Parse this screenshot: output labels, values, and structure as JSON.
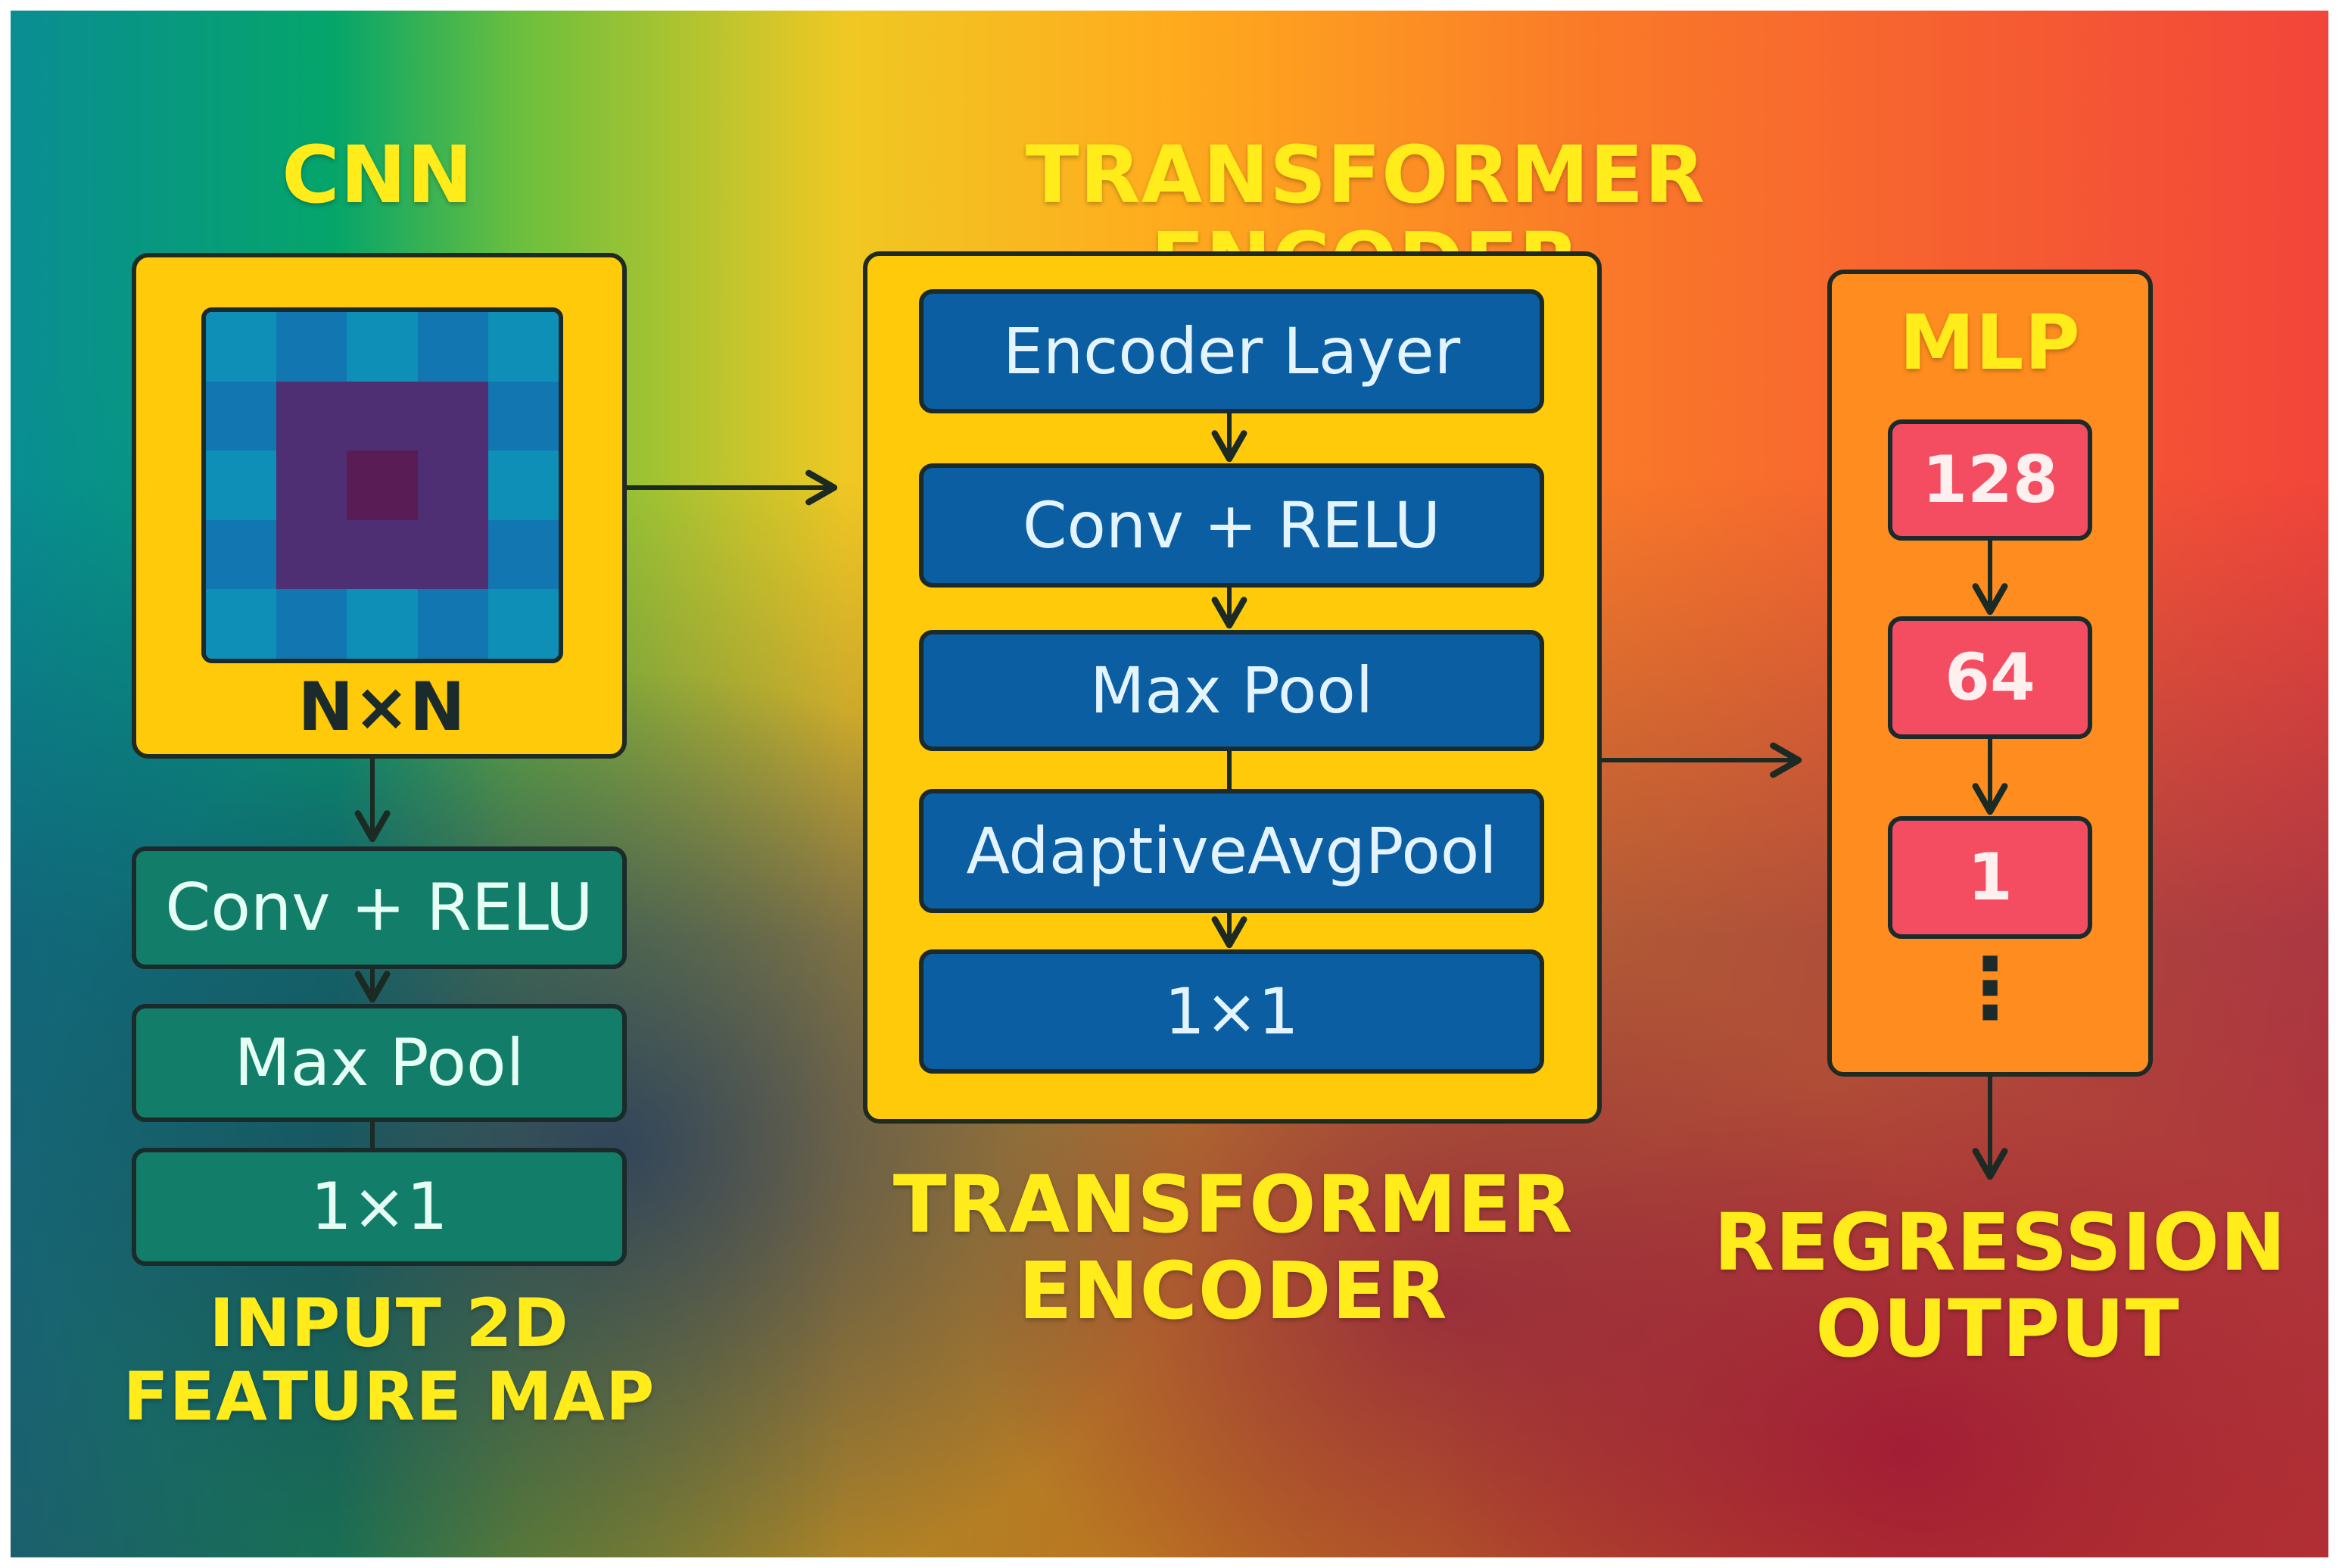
{
  "headings": {
    "cnn": "CNN",
    "transformer_top": "TRANSFORMER ENCODER",
    "input_line1": "INPUT 2D",
    "input_line2": "FEATURE MAP",
    "transformer_bottom_line1": "TRANSFORMER",
    "transformer_bottom_line2": "ENCODER",
    "regression_line1": "REGRESSION",
    "regression_line2": "OUTPUT"
  },
  "cnn": {
    "size_label": "N×N",
    "layers": [
      "Conv + RELU",
      "Max Pool",
      "1×1"
    ]
  },
  "transformer": {
    "layers": [
      "Encoder Layer",
      "Conv + RELU",
      "Max Pool",
      "AdaptiveAvgPool",
      "1×1"
    ]
  },
  "mlp": {
    "title": "MLP",
    "units": [
      "128",
      "64",
      "1"
    ],
    "continuation": "⋮"
  },
  "colors": {
    "yellow_panel": "#ffca0a",
    "orange_panel": "#ff8c1f",
    "heading_yellow": "#ffec1a",
    "cnn_layer": "#127d68",
    "transformer_layer": "#0c5ea3",
    "mlp_unit": "#f44d62"
  },
  "feature_map_icon": "heatmap-grid-icon"
}
